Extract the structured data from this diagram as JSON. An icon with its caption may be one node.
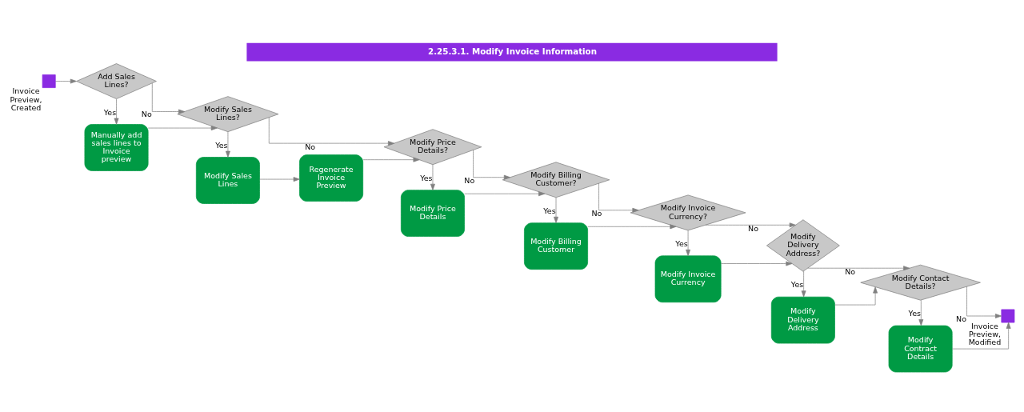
{
  "diagram": {
    "title": "2.25.3.1. Modify Invoice Information",
    "nodes": [
      {
        "text": [],
        "shape": "box",
        "beside": [
          "Invoice Preview, Created"
        ]
      },
      {
        "text": [
          "Add Sales Lines?"
        ]
      },
      {
        "text": [
          "Manually add sales lines to Invoice preview"
        ]
      },
      {
        "text": [
          "Modify Sales Lines?"
        ]
      },
      {
        "text": [
          "Modify Sales Lines"
        ]
      },
      {
        "text": [
          "Regenerate Invoice Preview"
        ]
      },
      {
        "text": [
          "Modify Price Details?"
        ]
      },
      {
        "text": [
          "Modify Price Details"
        ]
      },
      {
        "text": [
          "Modify Billing Customer?"
        ]
      },
      {
        "text": [
          "Modify Billing Customer"
        ]
      },
      {
        "text": [
          "Modify Invoice Currency?"
        ]
      },
      {
        "text": [
          "Modify Invoice Currency"
        ]
      },
      {
        "text": [
          "Modify Delivery Address?"
        ]
      },
      {
        "text": [
          "Modify Delivery Address"
        ]
      },
      {
        "text": [
          "Modify Contact Details?"
        ]
      },
      {
        "text": [
          "Modify Contract Details"
        ]
      },
      {
        "text": [],
        "shape": "box",
        "beside": [
          "Invoice Preview, Modified"
        ]
      }
    ],
    "edges": [
      {
        "from": 0,
        "to": 1,
        "arrow": "to"
      },
      {
        "from": 1,
        "to": 3,
        "arrow": "to",
        "label": "No"
      },
      {
        "from": 1,
        "to": 2,
        "arrow": "to",
        "label": "Yes"
      },
      {
        "from": 2,
        "to": 3,
        "arrow": "to"
      },
      {
        "from": 3,
        "to": 6,
        "arrow": "to",
        "label": "No"
      },
      {
        "from": 3,
        "to": 4,
        "arrow": "to",
        "label": "Yes"
      },
      {
        "from": 4,
        "to": 5,
        "arrow": "to"
      },
      {
        "from": 5,
        "to": 6,
        "arrow": "to"
      },
      {
        "from": 6,
        "to": 8,
        "arrow": "to",
        "label": "No"
      },
      {
        "from": 6,
        "to": 7,
        "arrow": "to",
        "label": "Yes"
      },
      {
        "from": 7,
        "to": 8,
        "arrow": "to"
      },
      {
        "from": 8,
        "to": 10,
        "arrow": "to",
        "label": "No"
      },
      {
        "from": 8,
        "to": 9,
        "arrow": "to",
        "label": "Yes"
      },
      {
        "from": 9,
        "to": 10,
        "arrow": "to"
      },
      {
        "from": 10,
        "to": 12,
        "arrow": "to",
        "label": "No"
      },
      {
        "from": 10,
        "to": 11,
        "arrow": "to",
        "label": "Yes"
      },
      {
        "from": 11,
        "to": 12,
        "arrow": "to"
      },
      {
        "from": 12,
        "to": 14,
        "arrow": "to",
        "label": "No"
      },
      {
        "from": 12,
        "to": 13,
        "arrow": "to",
        "label": "Yes"
      },
      {
        "from": 13,
        "to": 14,
        "arrow": "to"
      },
      {
        "from": 14,
        "to": 16,
        "arrow": "to",
        "label": "No"
      },
      {
        "from": 14,
        "to": 15,
        "arrow": "to",
        "label": "Yes"
      },
      {
        "from": 15,
        "to": 16,
        "arrow": "to"
      }
    ]
  }
}
